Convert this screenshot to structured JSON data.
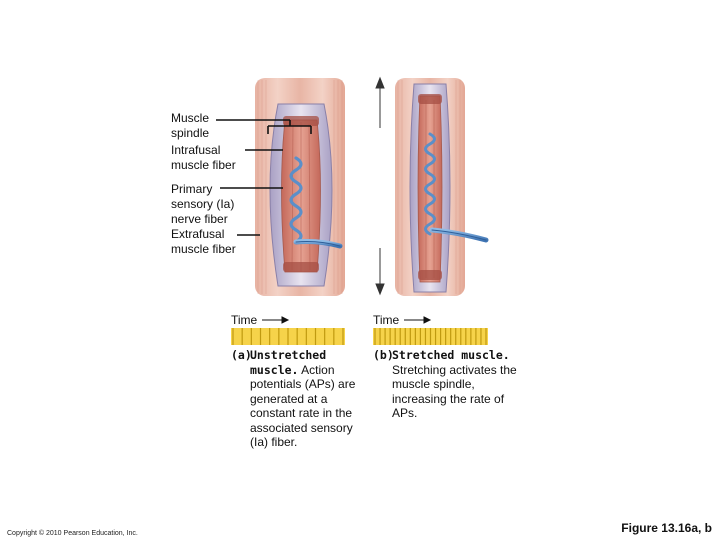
{
  "labels": {
    "muscle_spindle": [
      "Muscle",
      "spindle"
    ],
    "intrafusal": [
      "Intrafusal",
      "muscle fiber"
    ],
    "primary_sensory": [
      "Primary",
      "sensory (Ia)",
      "nerve fiber"
    ],
    "extrafusal": [
      "Extrafusal",
      "muscle fiber"
    ]
  },
  "panel_a": {
    "time_label": "Time",
    "caption_letter": "(a)",
    "caption_bold": "Unstretched muscle.",
    "caption_text": "Action potentials (APs) are generated at a constant rate in the associated sensory (Ia) fiber."
  },
  "panel_b": {
    "time_label": "Time",
    "caption_letter": "(b)",
    "caption_bold": "Stretched muscle.",
    "caption_text": "Stretching activates the muscle spindle, increasing the rate of APs."
  },
  "copyright": "Copyright © 2010 Pearson Education, Inc.",
  "figure_label": "Figure 13.16a, b",
  "spike_trains": {
    "unstretched_count": 13,
    "stretched_count": 23
  },
  "colors": {
    "muscle_outer": "#e9b7a7",
    "muscle_band": "#d9907e",
    "sheath": "#c9c3d8",
    "spindle_fiber": "#c96a5a",
    "nerve": "#5b8fc9",
    "spike_fill": "#f6d34a",
    "spike_line": "#c09a10"
  }
}
